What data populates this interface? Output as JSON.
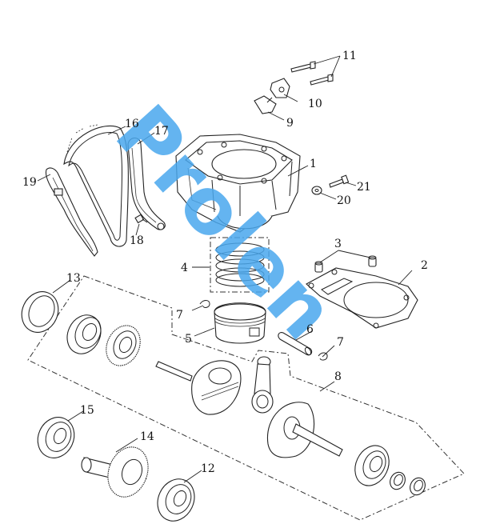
{
  "diagram": {
    "type": "exploded-parts-diagram",
    "subject": "engine cylinder, piston and crankshaft assembly",
    "watermark": {
      "text": "Prolen",
      "color": "#4aa8ee"
    },
    "line_color": "#222222",
    "background": "#ffffff",
    "callouts": [
      {
        "id": "c1",
        "number": "1",
        "part": "cylinder"
      },
      {
        "id": "c2",
        "number": "2",
        "part": "cylinder base gasket"
      },
      {
        "id": "c3",
        "number": "3",
        "part": "dowel pins"
      },
      {
        "id": "c4",
        "number": "4",
        "part": "piston ring set"
      },
      {
        "id": "c5",
        "number": "5",
        "part": "piston"
      },
      {
        "id": "c6",
        "number": "6",
        "part": "piston pin"
      },
      {
        "id": "c7a",
        "number": "7",
        "part": "piston pin clip (left)"
      },
      {
        "id": "c7b",
        "number": "7",
        "part": "piston pin clip (right)"
      },
      {
        "id": "c8",
        "number": "8",
        "part": "crankshaft assembly"
      },
      {
        "id": "c9",
        "number": "9",
        "part": "tensioner gasket"
      },
      {
        "id": "c10",
        "number": "10",
        "part": "cam chain tensioner"
      },
      {
        "id": "c11",
        "number": "11",
        "part": "tensioner bolts"
      },
      {
        "id": "c12",
        "number": "12",
        "part": "bearing"
      },
      {
        "id": "c13",
        "number": "13",
        "part": "oil seal"
      },
      {
        "id": "c14",
        "number": "14",
        "part": "balancer shaft"
      },
      {
        "id": "c15",
        "number": "15",
        "part": "bearing"
      },
      {
        "id": "c16",
        "number": "16",
        "part": "cam chain"
      },
      {
        "id": "c17",
        "number": "17",
        "part": "chain guide"
      },
      {
        "id": "c18",
        "number": "18",
        "part": "guide bolt"
      },
      {
        "id": "c19",
        "number": "19",
        "part": "chain tensioner guide"
      },
      {
        "id": "c20",
        "number": "20",
        "part": "washer"
      },
      {
        "id": "c21",
        "number": "21",
        "part": "bolt"
      }
    ]
  }
}
